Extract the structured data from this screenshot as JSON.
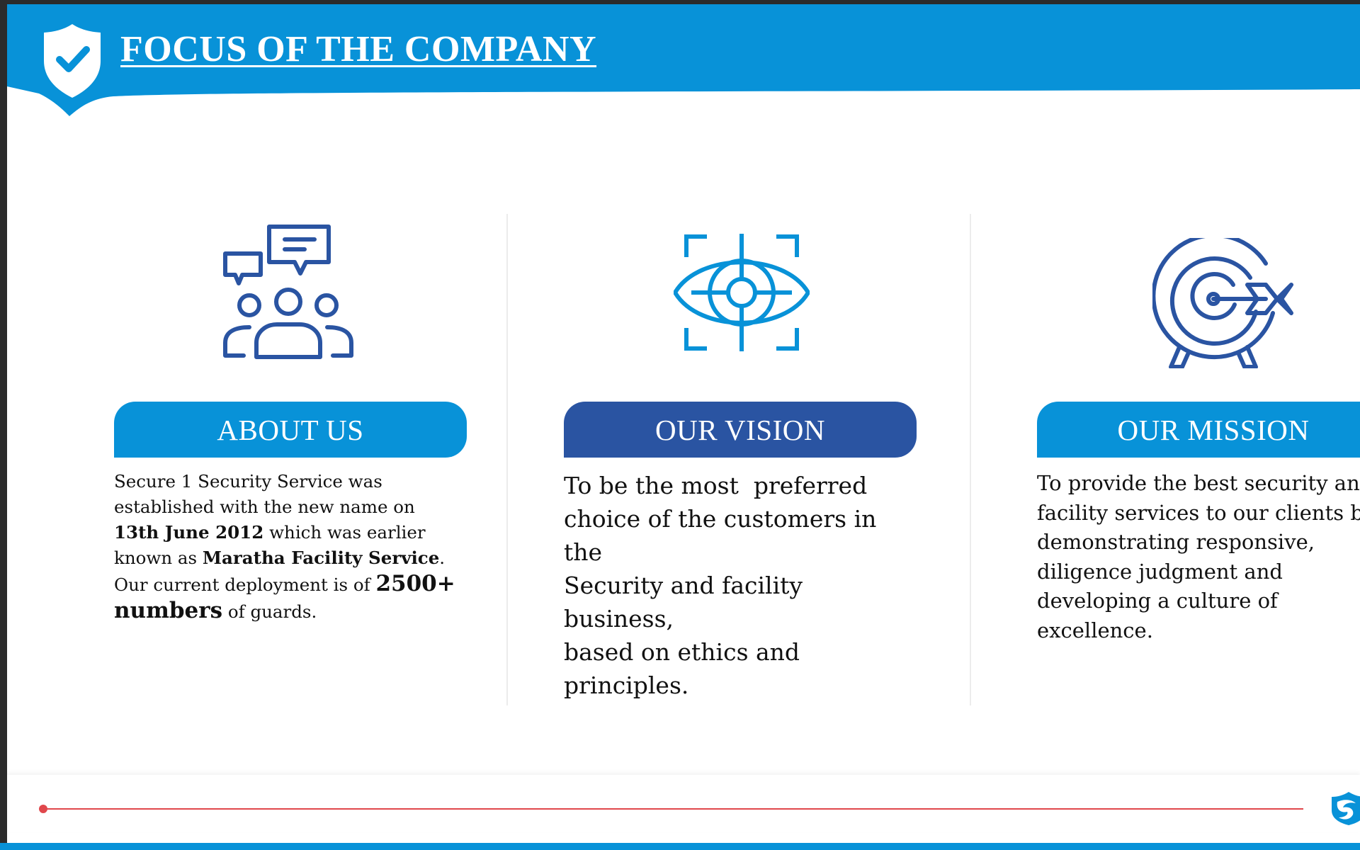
{
  "header": {
    "title": "FOCUS OF THE COMPANY"
  },
  "about": {
    "label": "ABOUT US",
    "line1": "Secure 1 Security Service was",
    "line2": "established with the new name on",
    "date": "13th June 2012",
    "line3_rest": " which was earlier",
    "line4_start": "known as ",
    "former_name": "Maratha Facility Service",
    "line4_end": ".",
    "line5_start": "Our current deployment is of ",
    "count": "2500+",
    "count_unit": "numbers",
    "line6_end": " of guards."
  },
  "vision": {
    "label": "OUR VISION",
    "line1": "To be the most  preferred",
    "line2": "choice of the customers in the",
    "line3": "Security and facility business,",
    "line4": "based on ethics and",
    "line5": "principles."
  },
  "mission": {
    "label": "OUR MISSION",
    "line1": "To provide the best security and",
    "line2": "facility services to our clients by",
    "line3": "demonstrating responsive,",
    "line4": "diligence judgment and",
    "line5": "developing a culture of",
    "line6": "excellence."
  },
  "icons": {
    "shield": "shield-check-icon",
    "about": "team-discussion-icon",
    "vision": "eye-target-icon",
    "mission": "target-arrow-icon",
    "footer": "company-logo-icon"
  },
  "colors": {
    "primary_blue": "#0892d8",
    "dark_blue": "#2a54a2",
    "accent_red": "#e0474c"
  }
}
